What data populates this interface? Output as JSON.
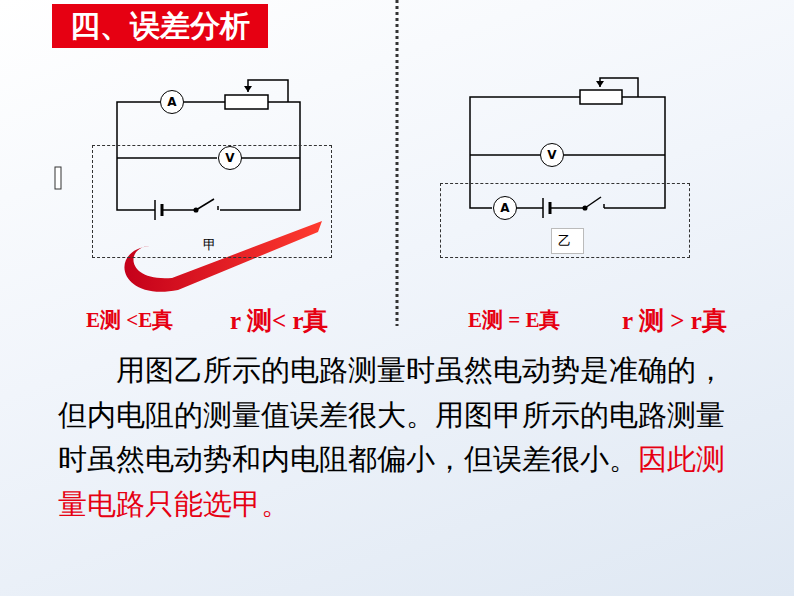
{
  "diagram": {
    "title": "四、误差分析",
    "nodes": [
      {
        "text": [
          "A"
        ]
      },
      {
        "text": [
          "甲"
        ]
      },
      {
        "text": [
          "V"
        ],
        "in": 1
      },
      {
        "text": [
          "V"
        ]
      },
      {
        "text": [
          "乙"
        ]
      },
      {
        "text": [
          "A"
        ],
        "in": 4
      }
    ],
    "labels": [
      "E测 <E真",
      "r 测< r真",
      "E测 = E真",
      "r 测 > r真",
      "用图乙所示的电路测量时虽然电动势是准确的，但内电阻的测量值误差很大。用图甲所示的电路测量时虽然电动势和内电阻都偏小，但误差很小。",
      "因此测量电路只能选甲。"
    ]
  }
}
